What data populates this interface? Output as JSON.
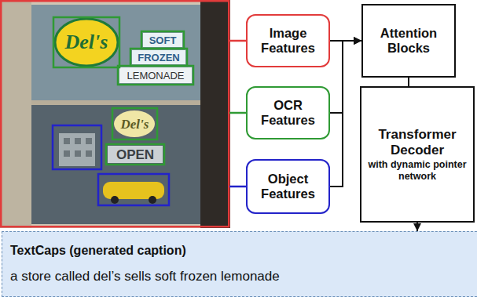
{
  "diagram": {
    "nodes": [
      {
        "text": [
          "Image Features"
        ]
      },
      {
        "text": [
          "OCR Features"
        ]
      },
      {
        "text": [
          "Object Features"
        ]
      },
      {
        "text": [
          "Attention Blocks"
        ]
      },
      {
        "text": [
          "Transformer Decoder",
          "with dynamic pointer network"
        ]
      },
      {
        "text": [
          "TextCaps (generated caption)",
          "a store called del’s sells soft frozen lemonade"
        ]
      }
    ],
    "edges": [
      {
        "from": 0,
        "to": 3,
        "arrow": "to"
      },
      {
        "from": 1,
        "to": 3,
        "arrow": "to"
      },
      {
        "from": 2,
        "to": 3,
        "arrow": "to"
      },
      {
        "from": 3,
        "to": 4,
        "arrow": "none"
      },
      {
        "from": 4,
        "to": 5,
        "arrow": "to"
      }
    ],
    "labels": [
      "Del's",
      "SOFT",
      "FROZEN",
      "LEMONADE",
      "Del's",
      "OPEN"
    ]
  }
}
